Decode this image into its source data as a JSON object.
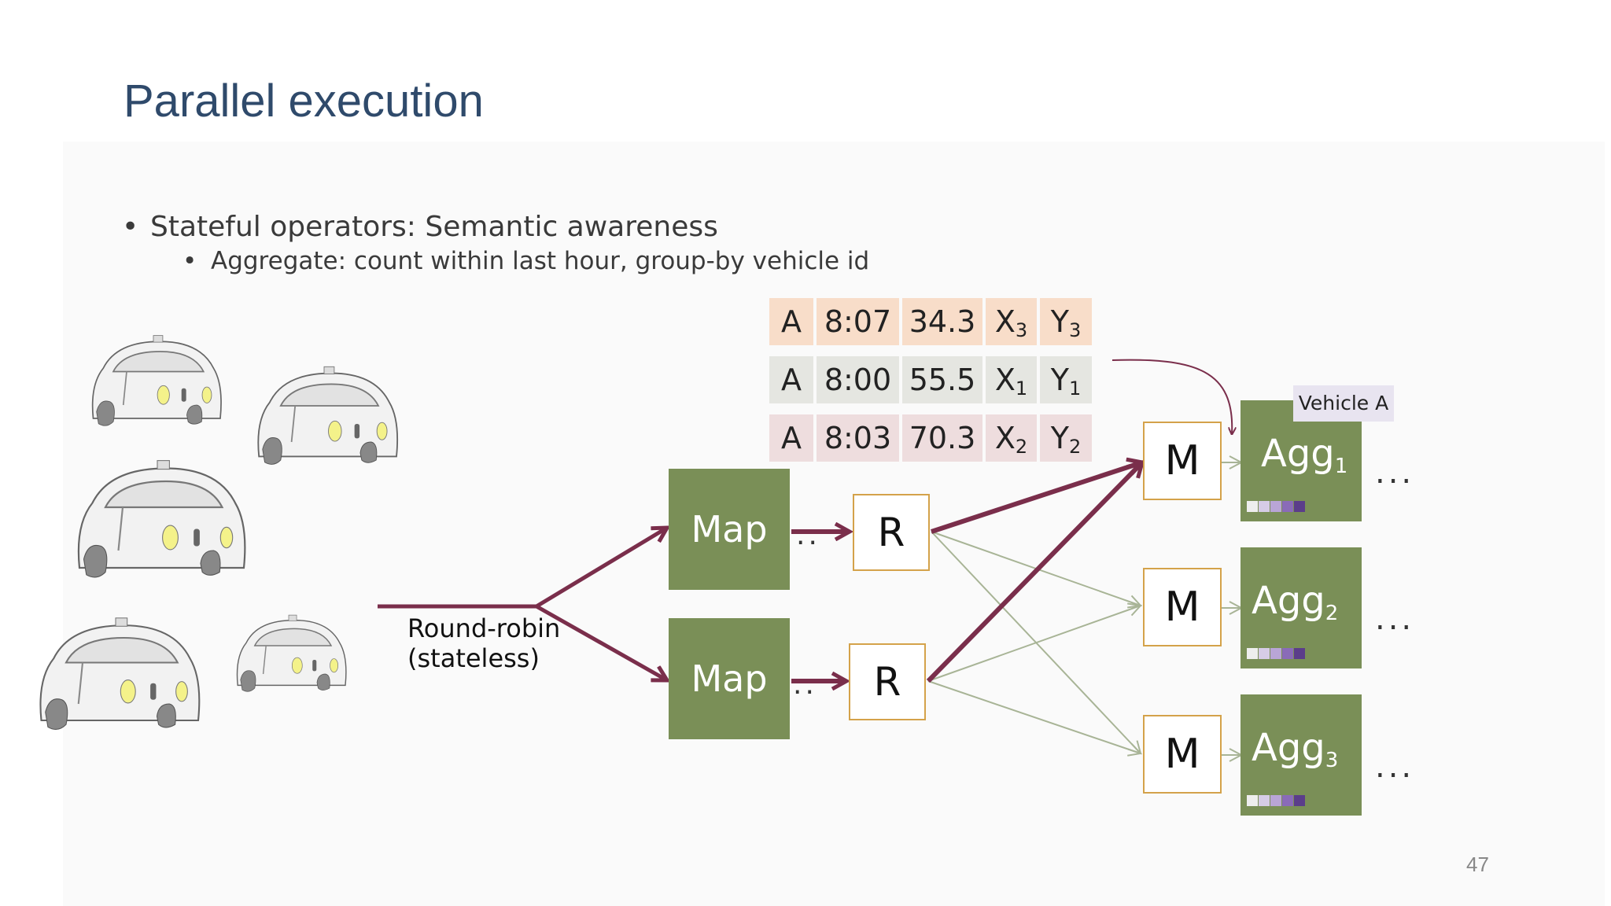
{
  "slide": {
    "title": "Parallel execution",
    "bullet1": "Stateful operators: Semantic awareness",
    "bullet2": "Aggregate: count within last hour, group-by vehicle id",
    "page_number": "47"
  },
  "table": {
    "rows": [
      {
        "id": "A",
        "time": "8:07",
        "value": "34.3",
        "x": "X",
        "x_sub": "3",
        "y": "Y",
        "y_sub": "3"
      },
      {
        "id": "A",
        "time": "8:00",
        "value": "55.5",
        "x": "X",
        "x_sub": "1",
        "y": "Y",
        "y_sub": "1"
      },
      {
        "id": "A",
        "time": "8:03",
        "value": "70.3",
        "x": "X",
        "x_sub": "2",
        "y": "Y",
        "y_sub": "2"
      }
    ]
  },
  "diagram": {
    "round_robin_line1": "Round-robin",
    "round_robin_line2": "(stateless)",
    "map_label": "Map",
    "r_label": "R",
    "m_label": "M",
    "agg_label": "Agg",
    "agg_subs": [
      "1",
      "2",
      "3"
    ],
    "vehicle_label": "Vehicle A",
    "ellipsis": "...",
    "dots": ".."
  },
  "colors": {
    "operator_green": "#7a8f57",
    "arrow_maroon": "#7a2e4b",
    "thin_arrow": "#a8b496",
    "box_border": "#d4a24a",
    "title_blue": "#2f4a6b"
  }
}
